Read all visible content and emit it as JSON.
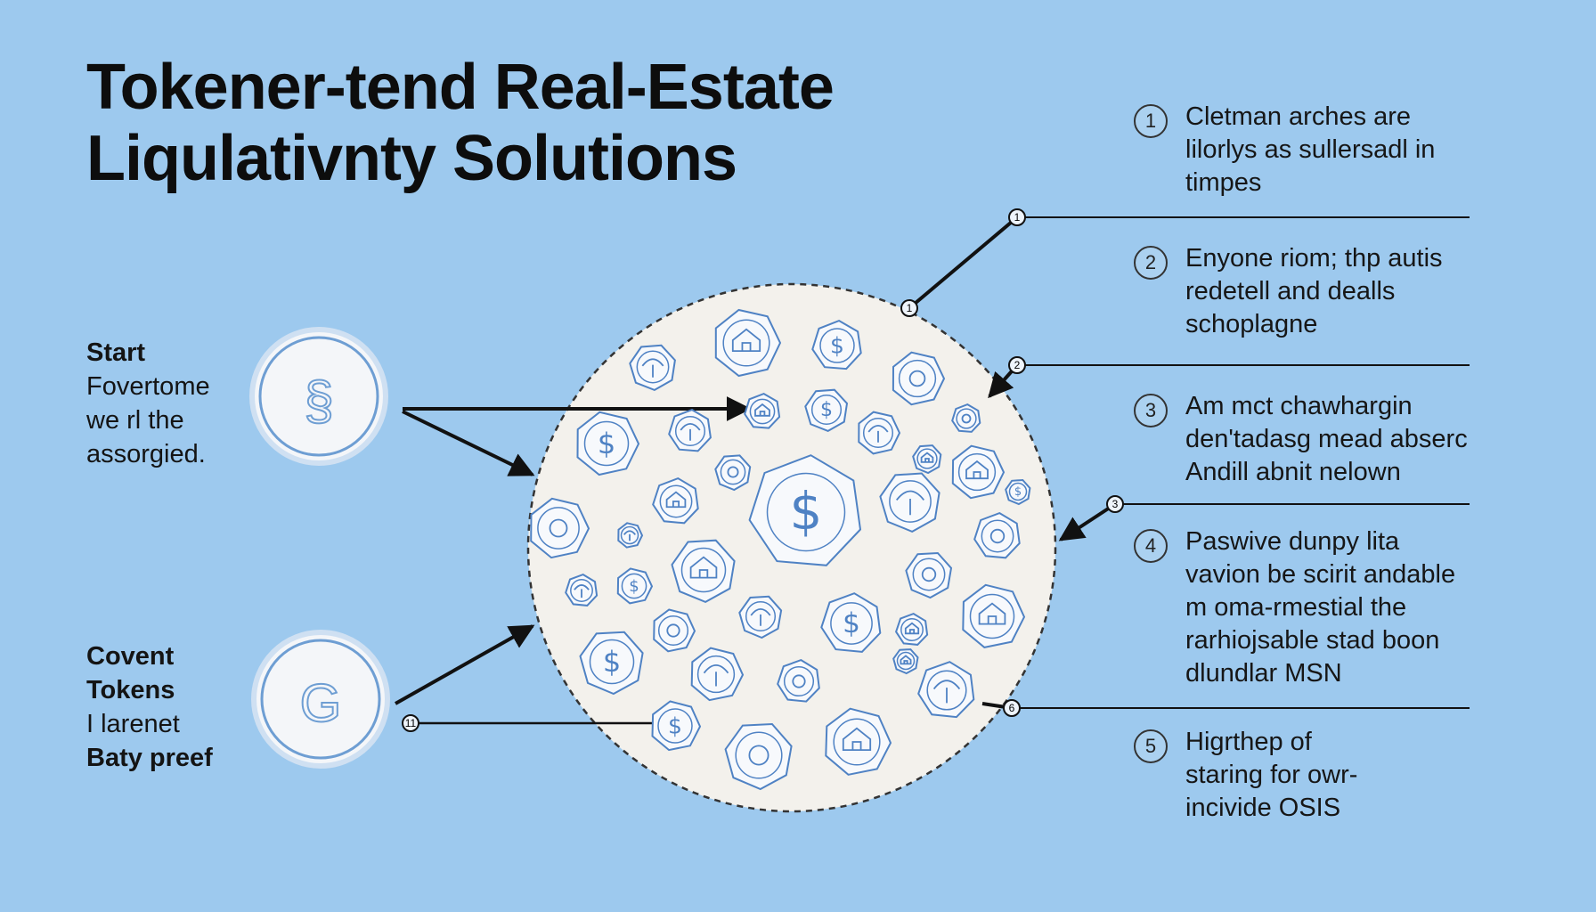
{
  "title": {
    "line1": "Tokener-tend Real-Estate",
    "line2": "Liqulativnty Solutions"
  },
  "left_blocks": [
    {
      "lines": [
        "Start",
        "Fovertome",
        "we rl the",
        "assorgied."
      ],
      "icon": "token-coin-icon"
    },
    {
      "lines": [
        "Covent",
        "Tokens",
        "I larenet",
        "Baty preef"
      ],
      "icon": "token-coin-icon"
    }
  ],
  "steps": [
    {
      "num": "1",
      "lines": [
        "Cletman arches are",
        "lilorlys as sullersadl in",
        "timpes"
      ]
    },
    {
      "num": "2",
      "lines": [
        "Enyone riom; thp autis",
        "redetell and dealls",
        "schoplagne"
      ]
    },
    {
      "num": "3",
      "lines": [
        "Am mct chawhargin",
        "den'tadasg mead abserc",
        "Andill abnit nelown"
      ]
    },
    {
      "num": "4",
      "lines": [
        "Paswive dunpy lita",
        "vavion be scirit andable",
        "m oma-rmestial the",
        "rarhiojsable stad boon",
        "dlundlar MSN"
      ]
    },
    {
      "num": "5",
      "lines": [
        "Higrthep of",
        "staring for owr-",
        "incivide OSIS"
      ]
    }
  ],
  "connector_labels": [
    "1",
    "2",
    "3",
    "6",
    "11"
  ],
  "icons": [
    "sun-seal-icon",
    "building-icon",
    "leaf-icon",
    "dollar-icon",
    "palm-tree-icon",
    "house-icon",
    "tree-icon",
    "bank-icon",
    "web-icon",
    "key-icon"
  ],
  "colors": {
    "background": "#9dc9ee",
    "icon_stroke": "#4f82c4",
    "circle_fill": "#f3f1ec",
    "line": "#111111"
  }
}
